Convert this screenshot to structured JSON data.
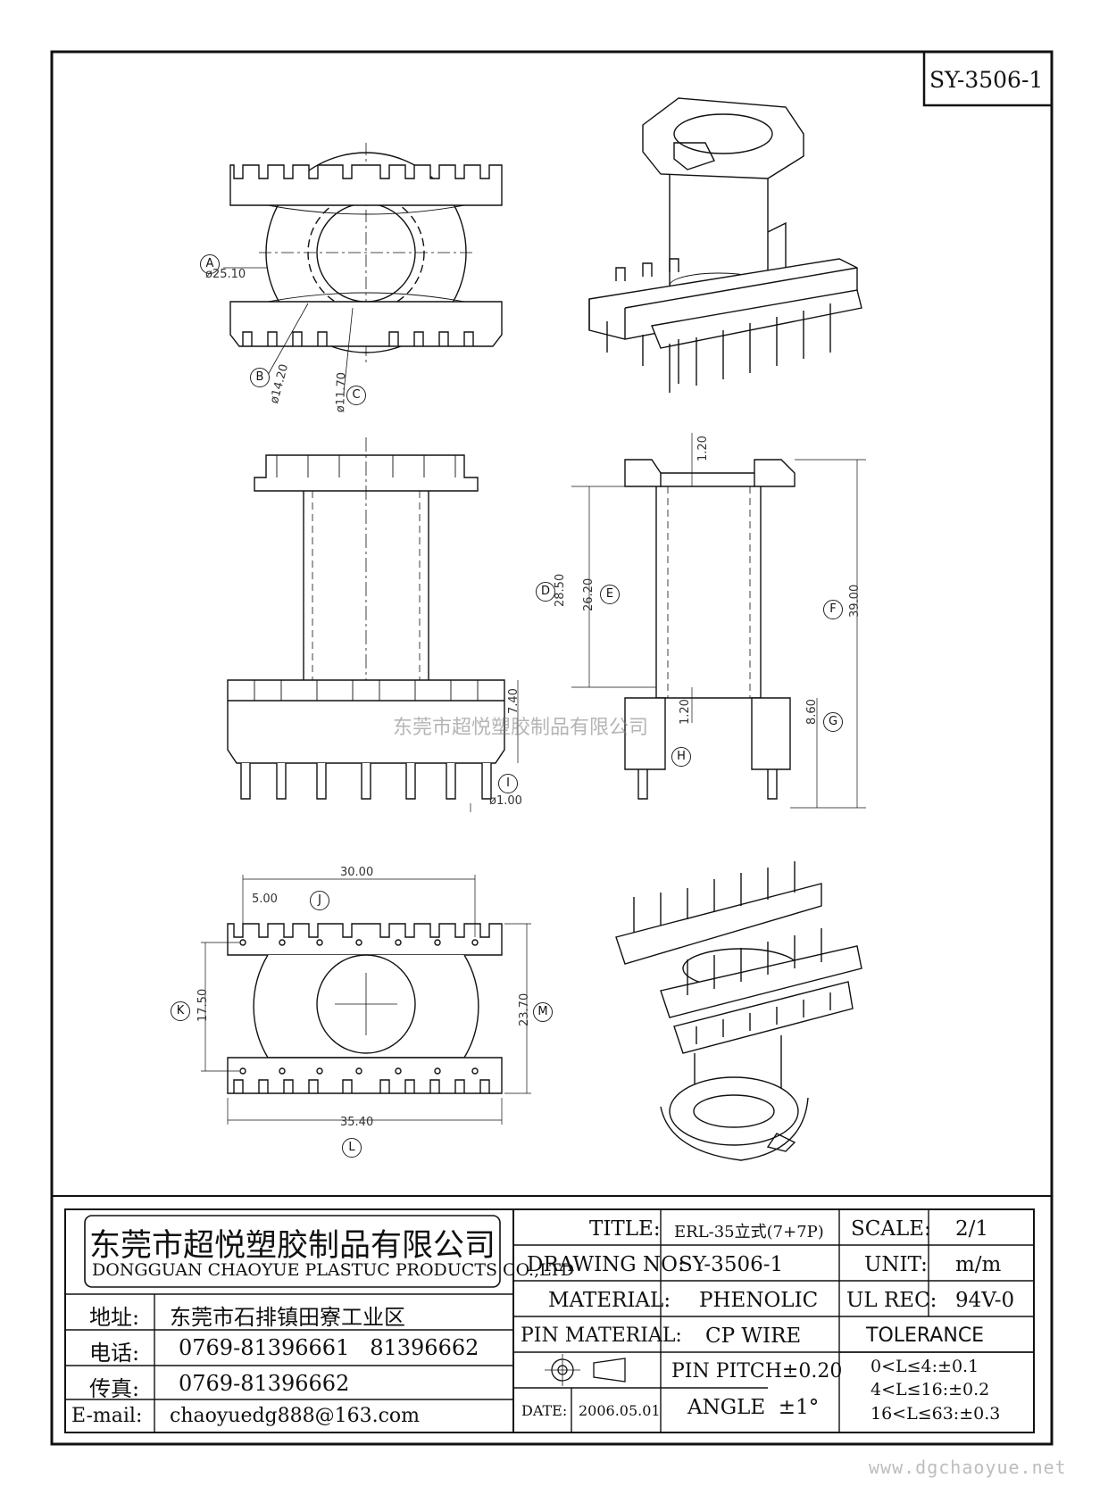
{
  "part_no_box": "SY-3506-1",
  "labels": {
    "A": "A",
    "B": "B",
    "C": "C",
    "D": "D",
    "E": "E",
    "F": "F",
    "G": "G",
    "H": "H",
    "I": "I",
    "J": "J",
    "K": "K",
    "L": "L",
    "M": "M"
  },
  "dims": {
    "a": "ø25.10",
    "b": "ø14.20",
    "c": "ø11.70",
    "d": "28.50",
    "e": "26.20",
    "f": "39.00",
    "g": "8.60",
    "h": "1.20",
    "top": "1.20",
    "i": "ø1.00",
    "side_left": "7.40",
    "j": "5.00",
    "width": "30.00",
    "k": "17.50",
    "m": "23.70",
    "l": "35.40"
  },
  "overlay_watermark": "东莞市超悦塑胶制品有限公司",
  "footer_watermark": "www.dgchaoyue.net",
  "company": {
    "name_cn": "东莞市超悦塑胶制品有限公司",
    "name_en": "DONGGUAN CHAOYUE PLASTUC PRODUCTS CO.,LTD",
    "address_label": "地址:",
    "address": "东莞市石排镇田寮工业区",
    "phone_label": "电话:",
    "phone": "0769-81396661   81396662",
    "fax_label": "传真:",
    "fax": "0769-81396662",
    "email_label": "E-mail:",
    "email": "chaoyuedg888@163.com"
  },
  "titleblock": {
    "title_label": "TITLE:",
    "title": "ERL-35立式(7+7P)",
    "scale_label": "SCALE:",
    "scale": "2/1",
    "drawing_no_label": "DRAWING NO:",
    "drawing_no": "SY-3506-1",
    "unit_label": "UNIT:",
    "unit": "m/m",
    "material_label": "MATERIAL:",
    "material": "PHENOLIC",
    "ul_label": "UL REC:",
    "ul": "94V-0",
    "pin_material_label": "PIN MATERIAL:",
    "pin_material": "CP WIRE",
    "tolerance_label": "TOLERANCE",
    "pin_pitch": "PIN PITCH±0.20",
    "angle": "ANGLE  ±1°",
    "tol1": "0<L≤4:±0.1",
    "tol2": "4<L≤16:±0.2",
    "tol3": "16<L≤63:±0.3",
    "date_label": "DATE:",
    "date": "2006.05.01"
  }
}
